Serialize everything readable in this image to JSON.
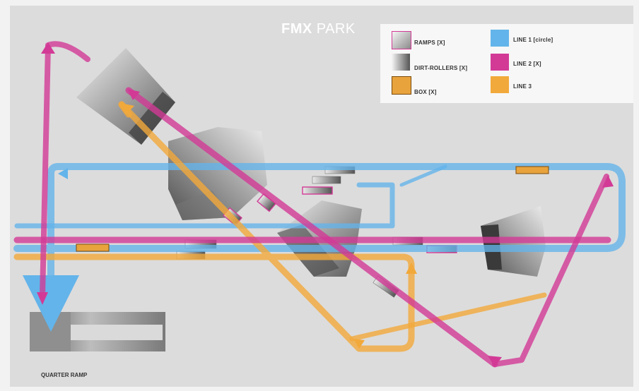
{
  "title": {
    "bold": "FMX",
    "light": "PARK"
  },
  "legend": {
    "ramps": {
      "label": "RAMPS [X]",
      "color": "#b8b8b8"
    },
    "dirt": {
      "label": "DIRT-ROLLERS [X]",
      "color": "#8a8a8a"
    },
    "box": {
      "label": "BOX [X]",
      "color": "#e8a33d"
    },
    "line1": {
      "label": "LINE 1 [circle]",
      "color": "#63b4ea"
    },
    "line2": {
      "label": "LINE 2 [X]",
      "color": "#d23a96"
    },
    "line3": {
      "label": "LINE 3",
      "color": "#f2a93b"
    }
  },
  "quarter_ramp_label": "QUARTER RAMP",
  "colors": {
    "background": "#dcdcdc",
    "line1": "#63b4ea",
    "line2": "#d23a96",
    "line3": "#f2a93b",
    "box": "#e8a33d",
    "ramp_dark": "#6d6d6d",
    "ramp_light": "#efefef"
  }
}
